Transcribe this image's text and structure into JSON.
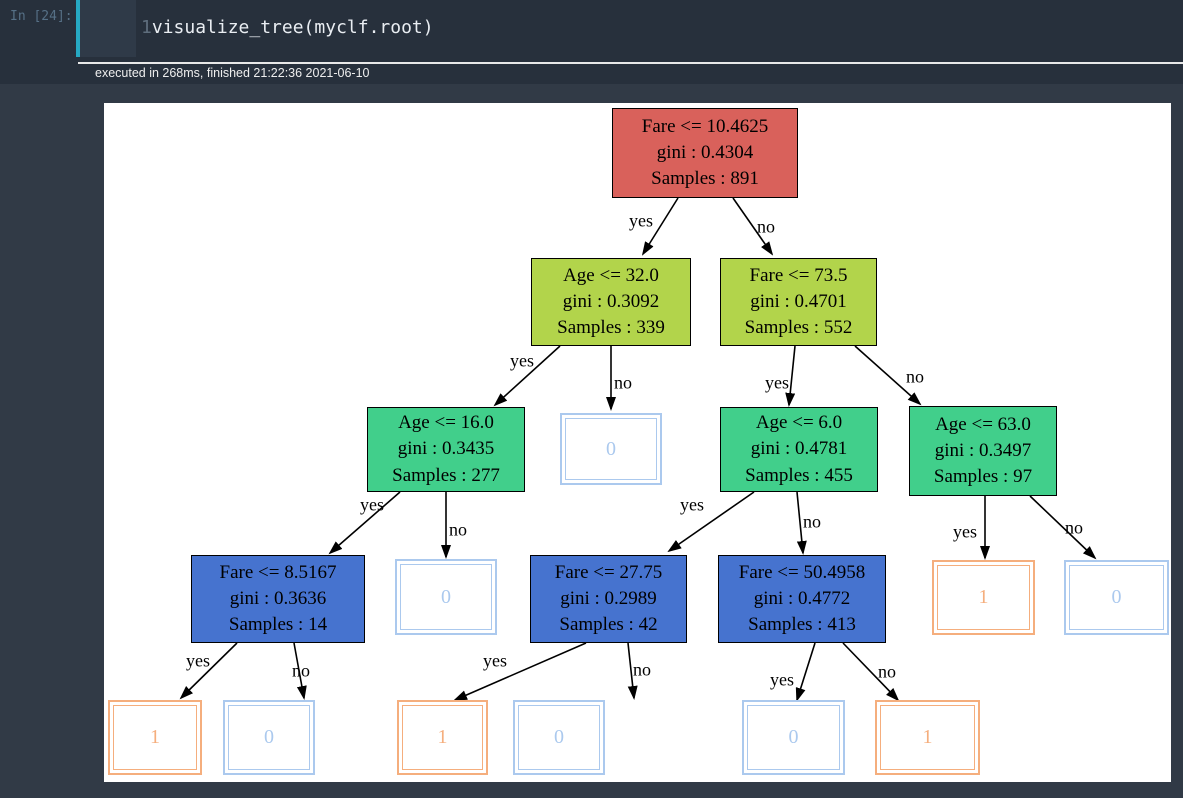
{
  "notebook": {
    "prompt": "In [24]:",
    "code_line_number": "1",
    "code": "visualize_tree(myclf.root)",
    "execution_status": "executed in 268ms, finished 21:22:36 2021-06-10"
  },
  "colors": {
    "depth_0_node": "#d9615b",
    "depth_1_node": "#b2d44b",
    "depth_2_node": "#41cf8b",
    "depth_3_node": "#4673cf",
    "leaf_class_1": "#f5ae7d",
    "leaf_class_0": "#abc9ee",
    "active_cell_bar": "#26a9c3"
  },
  "tree": {
    "nodes": [
      {
        "condition": "Fare <= 10.4625",
        "gini": "gini : 0.4304",
        "samples": "Samples : 891"
      },
      {
        "condition": "Age <= 32.0",
        "gini": "gini : 0.3092",
        "samples": "Samples : 339"
      },
      {
        "condition": "Fare <= 73.5",
        "gini": "gini : 0.4701",
        "samples": "Samples : 552"
      },
      {
        "condition": "Age <= 16.0",
        "gini": "gini : 0.3435",
        "samples": "Samples : 277"
      },
      {
        "condition": "Age <= 6.0",
        "gini": "gini : 0.4781",
        "samples": "Samples : 455"
      },
      {
        "condition": "Age <= 63.0",
        "gini": "gini : 0.3497",
        "samples": "Samples : 97"
      },
      {
        "condition": "Fare <= 8.5167",
        "gini": "gini : 0.3636",
        "samples": "Samples : 14"
      },
      {
        "condition": "Fare <= 27.75",
        "gini": "gini : 0.2989",
        "samples": "Samples : 42"
      },
      {
        "condition": "Fare <= 50.4958",
        "gini": "gini : 0.4772",
        "samples": "Samples : 413"
      }
    ],
    "leaves": [
      {
        "label": "0",
        "parent": "Age <= 32.0",
        "branch": "no"
      },
      {
        "label": "0",
        "parent": "Age <= 16.0",
        "branch": "no"
      },
      {
        "label": "1",
        "parent": "Age <= 63.0",
        "branch": "yes"
      },
      {
        "label": "0",
        "parent": "Age <= 63.0",
        "branch": "no"
      },
      {
        "label": "1",
        "parent": "Fare <= 8.5167",
        "branch": "yes"
      },
      {
        "label": "0",
        "parent": "Fare <= 8.5167",
        "branch": "no"
      },
      {
        "label": "1",
        "parent": "Fare <= 27.75",
        "branch": "yes"
      },
      {
        "label": "0",
        "parent": "Fare <= 27.75",
        "branch": "no"
      },
      {
        "label": "0",
        "parent": "Fare <= 50.4958",
        "branch": "yes"
      },
      {
        "label": "1",
        "parent": "Fare <= 50.4958",
        "branch": "no"
      }
    ],
    "edges": [
      {
        "label": "yes",
        "from": "Fare <= 10.4625",
        "to": "Age <= 32.0"
      },
      {
        "label": "no",
        "from": "Fare <= 10.4625",
        "to": "Fare <= 73.5"
      },
      {
        "label": "yes",
        "from": "Age <= 32.0",
        "to": "Age <= 16.0"
      },
      {
        "label": "no",
        "from": "Age <= 32.0",
        "to": "leaf 0"
      },
      {
        "label": "yes",
        "from": "Fare <= 73.5",
        "to": "Age <= 6.0"
      },
      {
        "label": "no",
        "from": "Fare <= 73.5",
        "to": "Age <= 63.0"
      },
      {
        "label": "yes",
        "from": "Age <= 16.0",
        "to": "Fare <= 8.5167"
      },
      {
        "label": "no",
        "from": "Age <= 16.0",
        "to": "leaf 0"
      },
      {
        "label": "yes",
        "from": "Age <= 6.0",
        "to": "Fare <= 27.75"
      },
      {
        "label": "no",
        "from": "Age <= 6.0",
        "to": "Fare <= 50.4958"
      },
      {
        "label": "yes",
        "from": "Age <= 63.0",
        "to": "leaf 1"
      },
      {
        "label": "no",
        "from": "Age <= 63.0",
        "to": "leaf 0"
      },
      {
        "label": "yes",
        "from": "Fare <= 8.5167",
        "to": "leaf 1"
      },
      {
        "label": "no",
        "from": "Fare <= 8.5167",
        "to": "leaf 0"
      },
      {
        "label": "yes",
        "from": "Fare <= 27.75",
        "to": "leaf 1"
      },
      {
        "label": "no",
        "from": "Fare <= 27.75",
        "to": "leaf 0"
      },
      {
        "label": "yes",
        "from": "Fare <= 50.4958",
        "to": "leaf 0"
      },
      {
        "label": "no",
        "from": "Fare <= 50.4958",
        "to": "leaf 1"
      }
    ]
  }
}
